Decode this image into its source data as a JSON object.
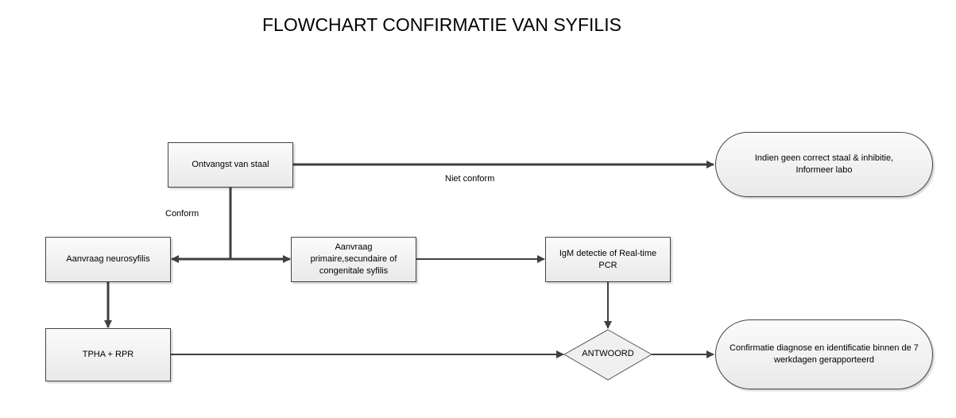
{
  "title": "FLOWCHART CONFIRMATIE VAN SYFILIS",
  "nodes": {
    "ontvangst": "Ontvangst van staal",
    "indien_geen": "Indien geen correct staal & inhibitie, Informeer labo",
    "neurosyfilis": "Aanvraag neurosyfilis",
    "primaire": "Aanvraag primaire,secundaire of congenitale syfilis",
    "igm": "IgM detectie of Real-time PCR",
    "tpha": "TPHA + RPR",
    "antwoord": "ANTWOORD",
    "confirmatie": "Confirmatie diagnose en identificatie binnen de 7 werkdagen gerapporteerd"
  },
  "edge_labels": {
    "niet_conform": "Niet conform",
    "conform": "Conform"
  },
  "colors": {
    "line": "#404040",
    "node_border": "#444444",
    "node_fill_top": "#fbfbfb",
    "node_fill_bottom": "#e9e9e9"
  }
}
